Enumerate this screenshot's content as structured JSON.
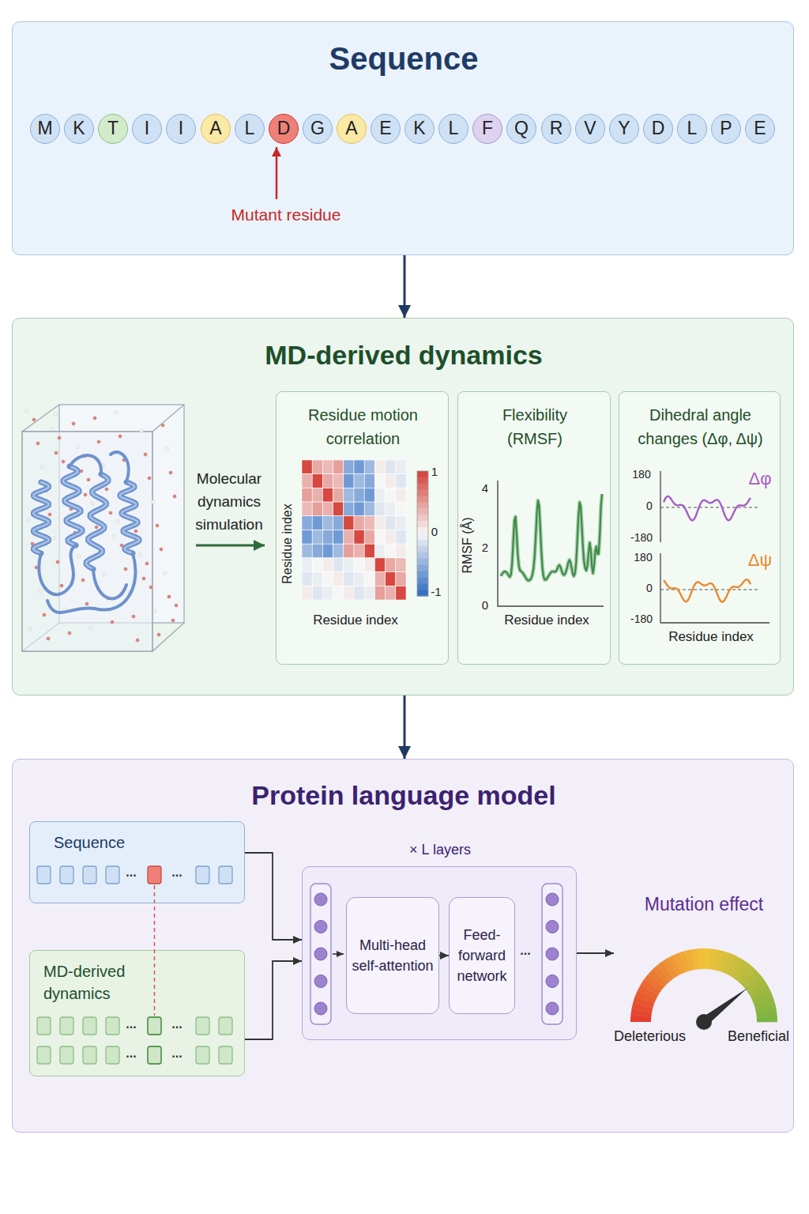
{
  "diagram": {
    "nodes": [
      {
        "text": [
          "Sequence"
        ]
      },
      {
        "text": [
          "M"
        ],
        "in": 0
      },
      {
        "text": [
          "K"
        ],
        "in": 0
      },
      {
        "text": [
          "T"
        ],
        "in": 0
      },
      {
        "text": [
          "I"
        ],
        "in": 0
      },
      {
        "text": [
          "I"
        ],
        "in": 0
      },
      {
        "text": [
          "A"
        ],
        "in": 0
      },
      {
        "text": [
          "L"
        ],
        "in": 0
      },
      {
        "text": [
          "D"
        ],
        "in": 0
      },
      {
        "text": [
          "G"
        ],
        "in": 0
      },
      {
        "text": [
          "A"
        ],
        "in": 0
      },
      {
        "text": [
          "E"
        ],
        "in": 0
      },
      {
        "text": [
          "K"
        ],
        "in": 0
      },
      {
        "text": [
          "L"
        ],
        "in": 0
      },
      {
        "text": [
          "F"
        ],
        "in": 0
      },
      {
        "text": [
          "Q"
        ],
        "in": 0
      },
      {
        "text": [
          "R"
        ],
        "in": 0
      },
      {
        "text": [
          "V"
        ],
        "in": 0
      },
      {
        "text": [
          "Y"
        ],
        "in": 0
      },
      {
        "text": [
          "D"
        ],
        "in": 0
      },
      {
        "text": [
          "L"
        ],
        "in": 0
      },
      {
        "text": [
          "P"
        ],
        "in": 0
      },
      {
        "text": [
          "E"
        ],
        "in": 0
      },
      {
        "text": [
          "MD-derived dynamics"
        ]
      },
      {
        "text": [
          "Residue motion correlation"
        ],
        "in": 23
      },
      {
        "text": [
          "Flexibility (RMSF)"
        ],
        "in": 23
      },
      {
        "text": [
          "Dihedral angle changes (Δφ, Δψ)"
        ],
        "in": 23
      },
      {
        "text": [
          "Protein language model"
        ]
      },
      {
        "text": [
          "Sequence"
        ],
        "in": 27
      },
      {
        "text": [
          "MD-derived dynamics"
        ],
        "in": 27
      },
      {
        "text": [
          "× L layers"
        ],
        "in": 27
      },
      {
        "text": [
          "Multi-head self-attention"
        ],
        "in": 30
      },
      {
        "text": [
          "Feed-forward network"
        ],
        "in": 30
      },
      {
        "text": [
          "Mutation effect",
          "Deleterious",
          "Beneficial"
        ],
        "in": 27
      }
    ],
    "edges": [
      {
        "from": 0,
        "to": 23,
        "arrow": "to"
      },
      {
        "from": 23,
        "to": 27,
        "arrow": "to"
      },
      {
        "from": 28,
        "to": 30,
        "arrow": "to"
      },
      {
        "from": 29,
        "to": 30,
        "arrow": "to"
      },
      {
        "from": 31,
        "to": 32,
        "arrow": "to"
      },
      {
        "from": 30,
        "to": 33,
        "arrow": "to"
      }
    ],
    "labels": [
      "Mutant residue",
      "Molecular dynamics simulation",
      "Residue index",
      "Residue index",
      "1",
      "0",
      "-1",
      "RMSF (Å)",
      "4",
      "2",
      "0",
      "Residue index",
      "180",
      "0",
      "-180",
      "Δφ",
      "180",
      "0",
      "-180",
      "Δψ",
      "Residue index",
      "...",
      "...",
      "...",
      "...",
      "...",
      "...",
      "..."
    ]
  }
}
